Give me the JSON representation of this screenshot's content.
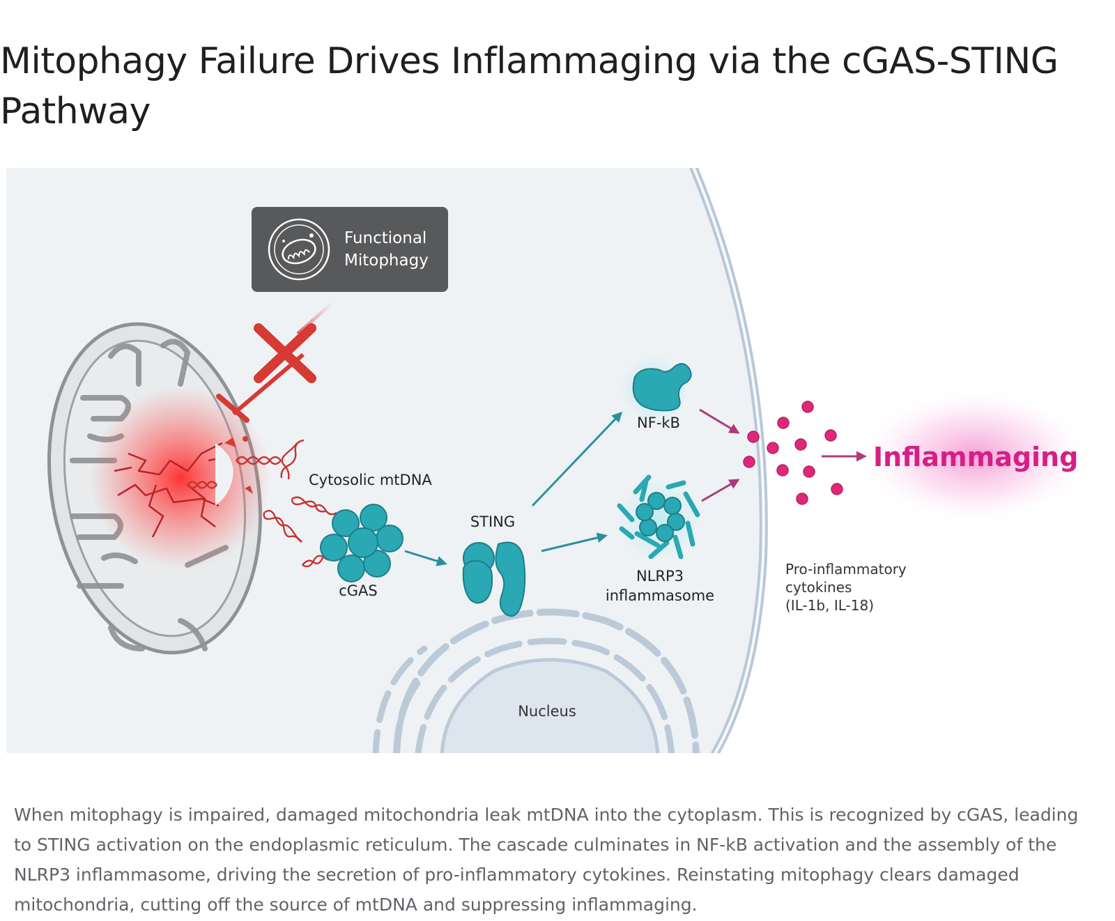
{
  "title": "Mitophagy Failure Drives Inflammaging via the cGAS-STING Pathway",
  "diagram": {
    "functional_box": {
      "line1": "Functional",
      "line2": "Mitophagy"
    },
    "labels": {
      "cytosolic_mtdna": "Cytosolic mtDNA",
      "cgas": "cGAS",
      "sting": "STING",
      "nfkb": "NF-kB",
      "nlrp3_line1": "NLRP3",
      "nlrp3_line2": "inflammasome",
      "cytokines_line1": "Pro-inflammatory",
      "cytokines_line2": "cytokines",
      "cytokines_line3": "(IL-1b, IL-18)",
      "nucleus": "Nucleus",
      "inflammaging": "Inflammaging"
    },
    "colors": {
      "teal": "#2aa8b4",
      "inhibition_red": "#d63a33",
      "cytokine_magenta": "#e0287a",
      "panel_bg": "#eef2f5",
      "functional_box_bg": "#58595b"
    },
    "icons": [
      "mitochondrion-icon"
    ]
  },
  "caption": "When mitophagy is impaired, damaged mitochondria leak mtDNA into the cytoplasm. This is recognized by cGAS, leading to STING activation on the endoplasmic reticulum. The cascade culminates in NF-kB activation and the assembly of the NLRP3 inflammasome, driving the secretion of pro-inflammatory cytokines. Reinstating mitophagy clears damaged mitochondria, cutting off the source of mtDNA and suppressing inflammaging."
}
